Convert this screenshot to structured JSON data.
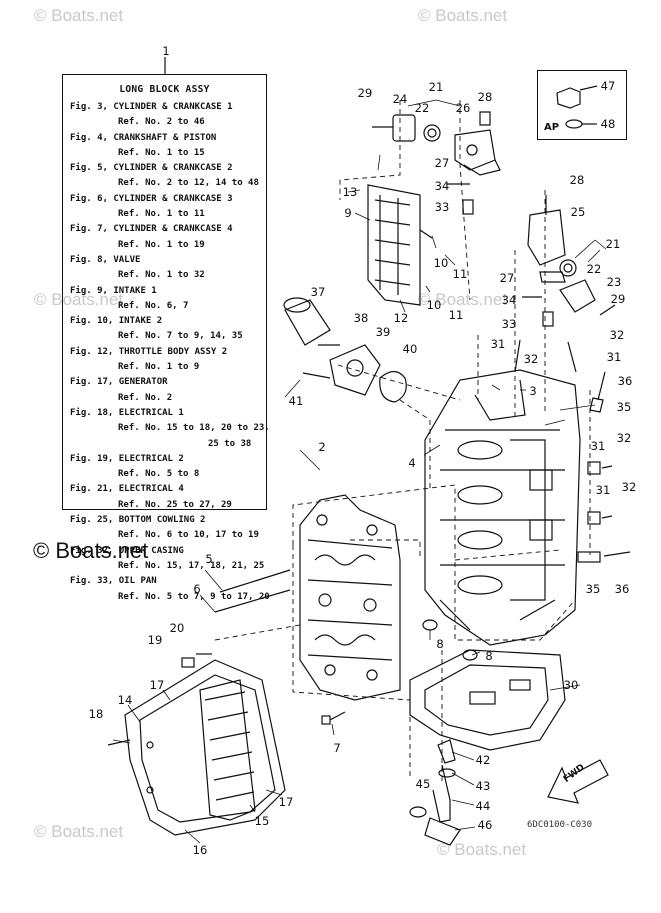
{
  "watermarks": {
    "top_left": "© Boats.net",
    "top_right": "© Boats.net",
    "mid_left": "© Boats.net",
    "mid_right": "© Boats.net",
    "left_big": "© Boats.net",
    "bottom_left": "© Boats.net",
    "bottom_right": "© Boats.net"
  },
  "legend": {
    "callout": "1",
    "title": "LONG BLOCK ASSY",
    "entries": [
      {
        "fig": "Fig. 3, CYLINDER & CRANKCASE 1",
        "ref": "Ref. No. 2 to 46"
      },
      {
        "fig": "Fig. 4, CRANKSHAFT & PISTON",
        "ref": "Ref. No. 1 to 15"
      },
      {
        "fig": "Fig. 5, CYLINDER & CRANKCASE 2",
        "ref": "Ref. No. 2 to 12, 14 to 48"
      },
      {
        "fig": "Fig. 6, CYLINDER & CRANKCASE 3",
        "ref": "Ref. No. 1 to 11"
      },
      {
        "fig": "Fig. 7, CYLINDER & CRANKCASE 4",
        "ref": "Ref. No. 1 to 19"
      },
      {
        "fig": "Fig. 8, VALVE",
        "ref": "Ref. No. 1 to 32"
      },
      {
        "fig": "Fig. 9, INTAKE 1",
        "ref": "Ref. No. 6, 7"
      },
      {
        "fig": "Fig. 10, INTAKE 2",
        "ref": "Ref. No. 7 to 9, 14, 35"
      },
      {
        "fig": "Fig. 12, THROTTLE BODY ASSY 2",
        "ref": "Ref. No. 1 to 9"
      },
      {
        "fig": "Fig. 17, GENERATOR",
        "ref": "Ref. No. 2"
      },
      {
        "fig": "Fig. 18, ELECTRICAL 1",
        "ref": "Ref. No. 15 to 18, 20 to 23,",
        "ref2": "25 to 38"
      },
      {
        "fig": "Fig. 19, ELECTRICAL 2",
        "ref": "Ref. No. 5 to 8"
      },
      {
        "fig": "Fig. 21, ELECTRICAL 4",
        "ref": "Ref. No. 25 to 27, 29"
      },
      {
        "fig": "Fig. 25, BOTTOM COWLING 2",
        "ref": "Ref. No. 6 to 10, 17 to 19"
      },
      {
        "fig": "Fig. 32, UPPER CASING",
        "ref": "Ref. No. 15, 17, 18, 21, 25"
      },
      {
        "fig": "Fig. 33, OIL PAN",
        "ref": "Ref. No. 5 to 7, 9 to 17, 20"
      }
    ]
  },
  "ap_box": {
    "label": "AP",
    "n47": "47",
    "n48": "48"
  },
  "fwd_label": "FWD",
  "diagram_code": "6DC0100-C030",
  "part_numbers": [
    {
      "id": "29a",
      "text": "29"
    },
    {
      "id": "24",
      "text": "24"
    },
    {
      "id": "21a",
      "text": "21"
    },
    {
      "id": "22a",
      "text": "22"
    },
    {
      "id": "26",
      "text": "26"
    },
    {
      "id": "28a",
      "text": "28"
    },
    {
      "id": "27a",
      "text": "27"
    },
    {
      "id": "13",
      "text": "13"
    },
    {
      "id": "34a",
      "text": "34"
    },
    {
      "id": "33a",
      "text": "33"
    },
    {
      "id": "9",
      "text": "9"
    },
    {
      "id": "28b",
      "text": "28"
    },
    {
      "id": "25",
      "text": "25"
    },
    {
      "id": "21b",
      "text": "21"
    },
    {
      "id": "10a",
      "text": "10"
    },
    {
      "id": "11a",
      "text": "11"
    },
    {
      "id": "22b",
      "text": "22"
    },
    {
      "id": "23",
      "text": "23"
    },
    {
      "id": "27b",
      "text": "27"
    },
    {
      "id": "34b",
      "text": "34"
    },
    {
      "id": "29b",
      "text": "29"
    },
    {
      "id": "10b",
      "text": "10"
    },
    {
      "id": "11b",
      "text": "11"
    },
    {
      "id": "37",
      "text": "37"
    },
    {
      "id": "12",
      "text": "12"
    },
    {
      "id": "33b",
      "text": "33"
    },
    {
      "id": "32a",
      "text": "32"
    },
    {
      "id": "38",
      "text": "38"
    },
    {
      "id": "39",
      "text": "39"
    },
    {
      "id": "40",
      "text": "40"
    },
    {
      "id": "31a",
      "text": "31"
    },
    {
      "id": "32b",
      "text": "32"
    },
    {
      "id": "31b",
      "text": "31"
    },
    {
      "id": "36a",
      "text": "36"
    },
    {
      "id": "41",
      "text": "41"
    },
    {
      "id": "3",
      "text": "3"
    },
    {
      "id": "35a",
      "text": "35"
    },
    {
      "id": "2",
      "text": "2"
    },
    {
      "id": "4",
      "text": "4"
    },
    {
      "id": "31c",
      "text": "31"
    },
    {
      "id": "32c",
      "text": "32"
    },
    {
      "id": "31d",
      "text": "31"
    },
    {
      "id": "32d",
      "text": "32"
    },
    {
      "id": "5",
      "text": "5"
    },
    {
      "id": "6",
      "text": "6"
    },
    {
      "id": "35b",
      "text": "35"
    },
    {
      "id": "36b",
      "text": "36"
    },
    {
      "id": "19",
      "text": "19"
    },
    {
      "id": "20",
      "text": "20"
    },
    {
      "id": "8a",
      "text": "8"
    },
    {
      "id": "8b",
      "text": "8"
    },
    {
      "id": "17a",
      "text": "17"
    },
    {
      "id": "14",
      "text": "14"
    },
    {
      "id": "30",
      "text": "30"
    },
    {
      "id": "18",
      "text": "18"
    },
    {
      "id": "7",
      "text": "7"
    },
    {
      "id": "42",
      "text": "42"
    },
    {
      "id": "43",
      "text": "43"
    },
    {
      "id": "45",
      "text": "45"
    },
    {
      "id": "44",
      "text": "44"
    },
    {
      "id": "17b",
      "text": "17"
    },
    {
      "id": "15",
      "text": "15"
    },
    {
      "id": "46",
      "text": "46"
    },
    {
      "id": "16",
      "text": "16"
    }
  ]
}
